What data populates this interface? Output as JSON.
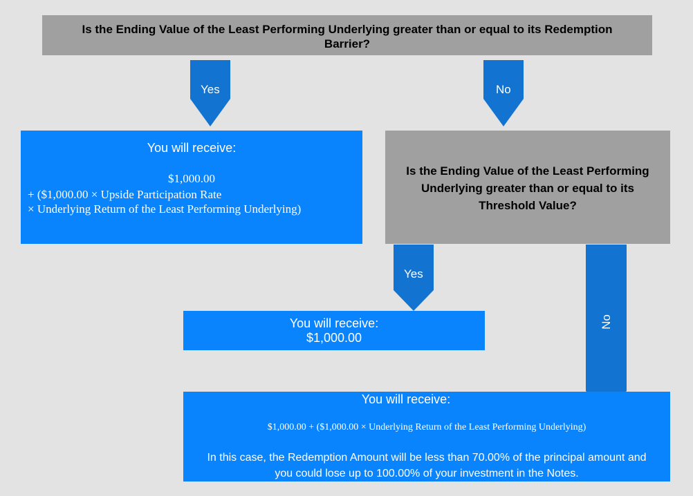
{
  "top_question": {
    "line1": "Is the Ending Value of the Least Performing Underlying greater than or equal to its Redemption",
    "line2": "Barrier?"
  },
  "arrows": {
    "top_yes": "Yes",
    "top_no": "No",
    "threshold_yes": "Yes",
    "threshold_no": "No"
  },
  "outcome_upside": {
    "heading": "You will receive:",
    "line1": "$1,000.00",
    "line2": "+ ($1,000.00 × Upside Participation Rate",
    "line3": "× Underlying Return of the Least Performing Underlying)"
  },
  "threshold_question": {
    "line1": "Is the Ending Value of the Least Performing",
    "line2": "Underlying greater than or equal to its",
    "line3": "Threshold Value?"
  },
  "outcome_par": {
    "heading": "You will receive:",
    "amount": "$1,000.00"
  },
  "outcome_loss": {
    "heading": "You will receive:",
    "formula": "$1,000.00 + ($1,000.00 × Underlying Return of the Least Performing Underlying)",
    "note_line1": "In this case, the Redemption Amount will be less than 70.00% of the principal amount and",
    "note_line2": "you could lose up to 100.00% of your investment in the Notes."
  },
  "colors": {
    "background": "#e3e3e3",
    "gray_box": "#a0a0a0",
    "blue_box": "#0a84fc",
    "arrow": "#1273d0"
  }
}
